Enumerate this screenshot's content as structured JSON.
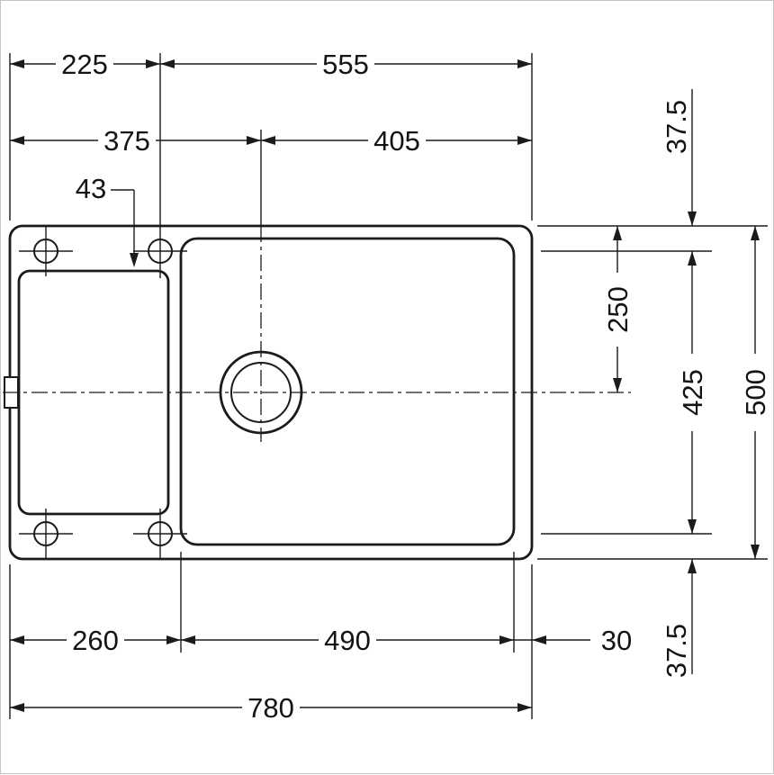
{
  "diagram": {
    "type": "technical-dimension-drawing",
    "subject": "kitchen-sink-top-view",
    "units": "mm",
    "line_color": "#1b1b1b",
    "background": "#ffffff",
    "dimensions": {
      "w225": "225",
      "w555": "555",
      "w375": "375",
      "w405": "405",
      "w43": "43",
      "r37_top": "37.5",
      "r250": "250",
      "r425": "425",
      "r500": "500",
      "r37_bottom": "37.5",
      "b260": "260",
      "b490": "490",
      "b30": "30",
      "b780": "780"
    }
  }
}
